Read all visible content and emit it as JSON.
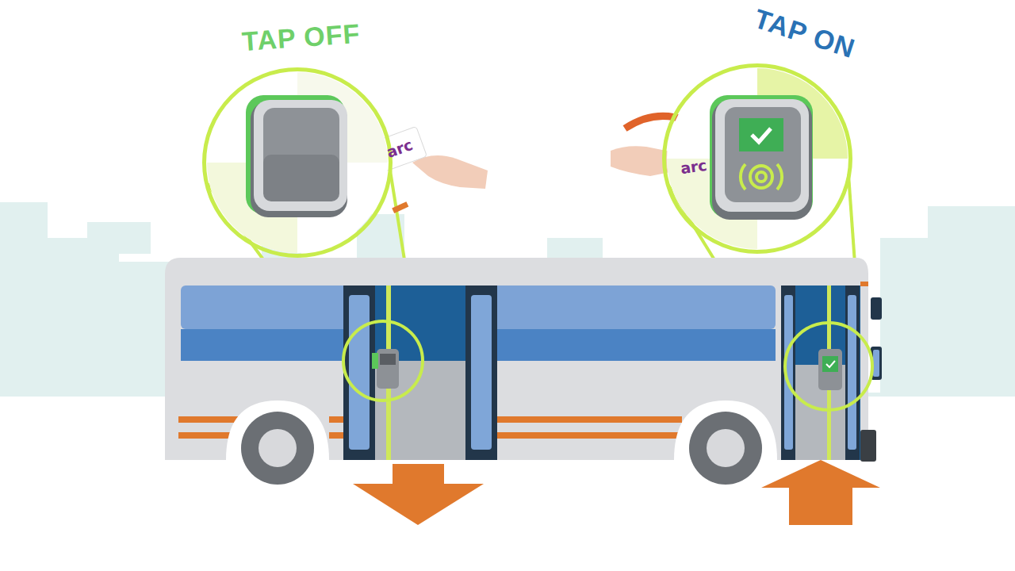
{
  "diagram": {
    "nodes": [
      {
        "text": [
          "TAP OFF"
        ]
      },
      {
        "text": [
          "TAP ON"
        ]
      }
    ],
    "labels": [
      "arc",
      "arc"
    ]
  }
}
